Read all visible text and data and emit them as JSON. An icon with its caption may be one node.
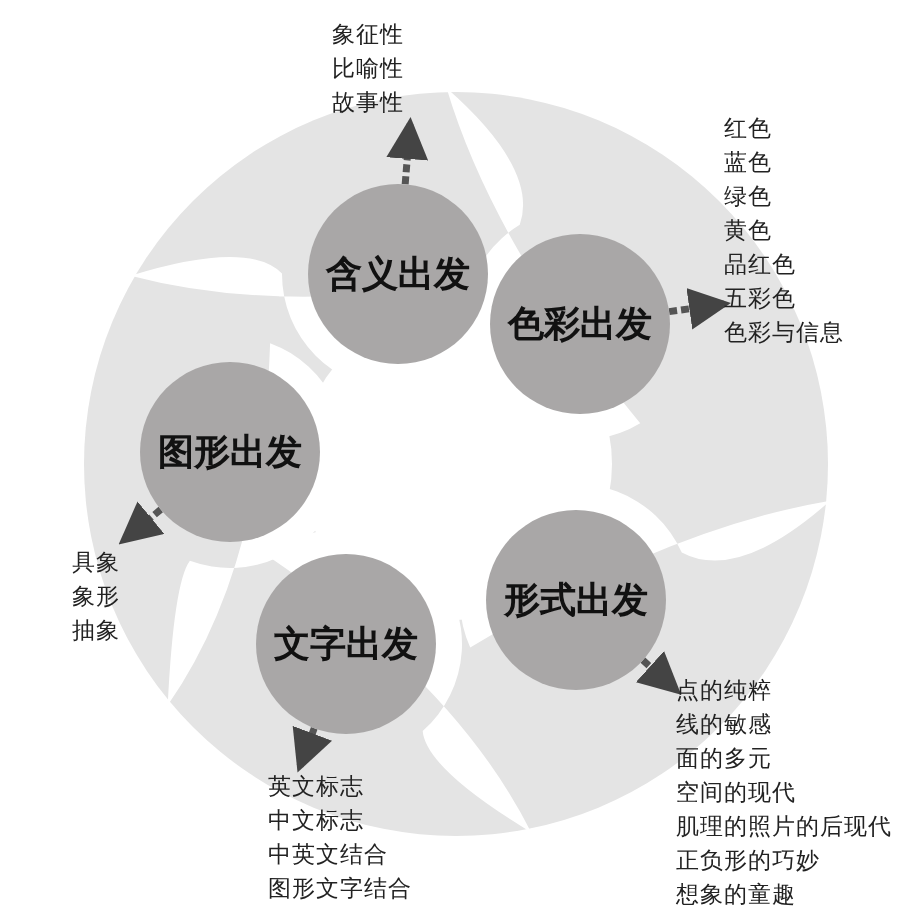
{
  "diagram": {
    "nodes": [
      {
        "text": [
          "含义出发"
        ]
      },
      {
        "text": [
          "色彩出发"
        ]
      },
      {
        "text": [
          "图形出发"
        ]
      },
      {
        "text": [
          "形式出发"
        ]
      },
      {
        "text": [
          "文字出发"
        ]
      },
      {
        "text": [
          "象征性",
          "比喻性",
          "故事性"
        ]
      },
      {
        "text": [
          "红色",
          "蓝色",
          "绿色",
          "黄色",
          "品红色",
          "五彩色",
          "色彩与信息"
        ]
      },
      {
        "text": [
          "具象",
          "象形",
          "抽象"
        ]
      },
      {
        "text": [
          "点的纯粹",
          "线的敏感",
          "面的多元",
          "空间的现代",
          "肌理的照片的后现代",
          "正负形的巧妙",
          "想象的童趣"
        ]
      },
      {
        "text": [
          "英文标志",
          "中文标志",
          "中英文结合",
          "图形文字结合"
        ]
      }
    ],
    "edges": [
      {
        "from": 0,
        "to": 5,
        "arrow": "to",
        "style": "dashed"
      },
      {
        "from": 1,
        "to": 6,
        "arrow": "to",
        "style": "dashed"
      },
      {
        "from": 2,
        "to": 7,
        "arrow": "to",
        "style": "dashed"
      },
      {
        "from": 3,
        "to": 8,
        "arrow": "to",
        "style": "dashed"
      },
      {
        "from": 4,
        "to": 9,
        "arrow": "to",
        "style": "dashed"
      }
    ]
  }
}
